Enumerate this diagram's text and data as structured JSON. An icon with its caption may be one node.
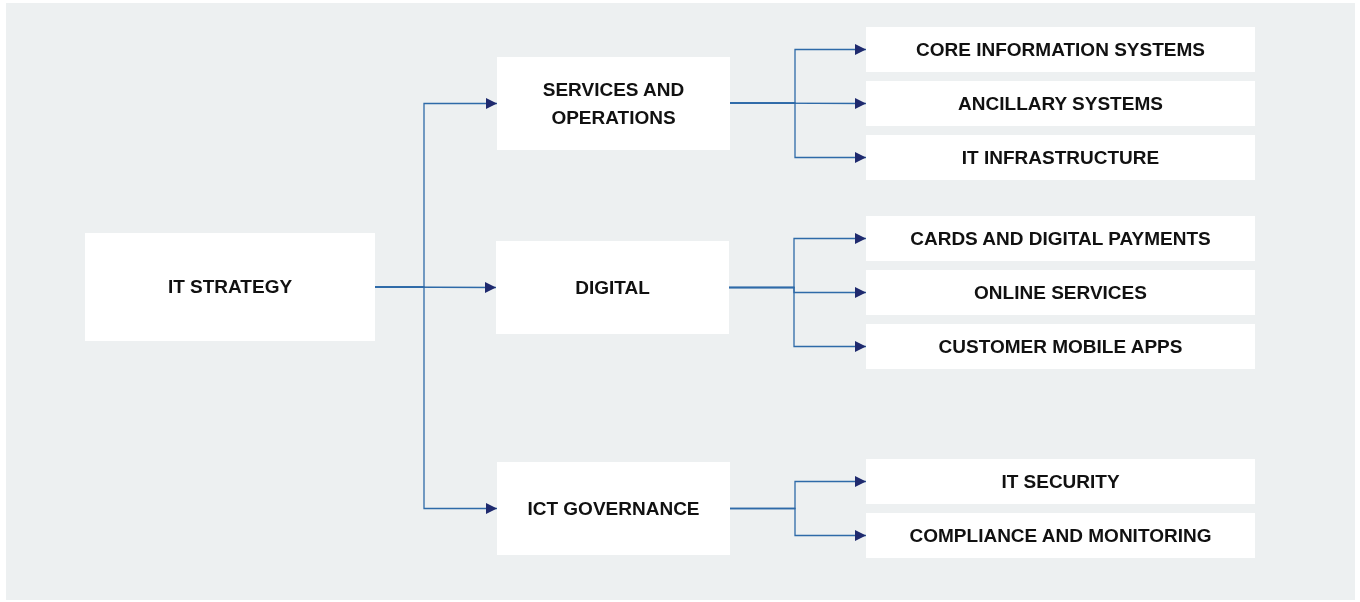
{
  "diagram": {
    "nodes": [
      {
        "text": [
          "IT STRATEGY"
        ]
      },
      {
        "text": [
          "SERVICES AND OPERATIONS"
        ]
      },
      {
        "text": [
          "DIGITAL"
        ]
      },
      {
        "text": [
          "ICT GOVERNANCE"
        ]
      },
      {
        "text": [
          "CORE INFORMATION SYSTEMS"
        ]
      },
      {
        "text": [
          "ANCILLARY SYSTEMS"
        ]
      },
      {
        "text": [
          "IT INFRASTRUCTURE"
        ]
      },
      {
        "text": [
          "CARDS AND DIGITAL PAYMENTS"
        ]
      },
      {
        "text": [
          "ONLINE SERVICES"
        ]
      },
      {
        "text": [
          "CUSTOMER MOBILE APPS"
        ]
      },
      {
        "text": [
          "IT SECURITY"
        ]
      },
      {
        "text": [
          "COMPLIANCE AND MONITORING"
        ]
      }
    ],
    "edges": [
      {
        "from": 0,
        "to": 1,
        "arrow": "to"
      },
      {
        "from": 0,
        "to": 2,
        "arrow": "to"
      },
      {
        "from": 0,
        "to": 3,
        "arrow": "to"
      },
      {
        "from": 1,
        "to": 4,
        "arrow": "to"
      },
      {
        "from": 1,
        "to": 5,
        "arrow": "to"
      },
      {
        "from": 1,
        "to": 6,
        "arrow": "to"
      },
      {
        "from": 2,
        "to": 7,
        "arrow": "to"
      },
      {
        "from": 2,
        "to": 8,
        "arrow": "to"
      },
      {
        "from": 2,
        "to": 9,
        "arrow": "to"
      },
      {
        "from": 3,
        "to": 10,
        "arrow": "to"
      },
      {
        "from": 3,
        "to": 11,
        "arrow": "to"
      }
    ]
  }
}
